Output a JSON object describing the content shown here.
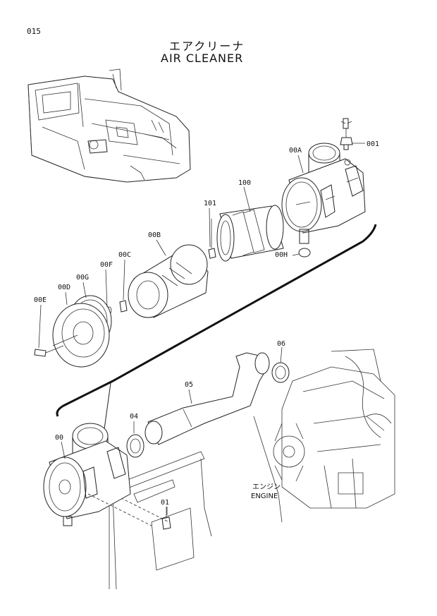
{
  "page_number": "015",
  "title_jp": "エアクリーナ",
  "title_en": "AIR CLEANER",
  "parts": {
    "p001": "001",
    "p00A": "00A",
    "p100": "100",
    "p101": "101",
    "p00B": "00B",
    "p00C": "00C",
    "p00F": "00F",
    "p00G": "00G",
    "p00D": "00D",
    "p00E": "00E",
    "p00H": "00H",
    "p06": "06",
    "p05": "05",
    "p04": "04",
    "p00": "00",
    "p01": "01"
  },
  "engine_label_jp": "エンジン",
  "engine_label_en": "ENGINE"
}
